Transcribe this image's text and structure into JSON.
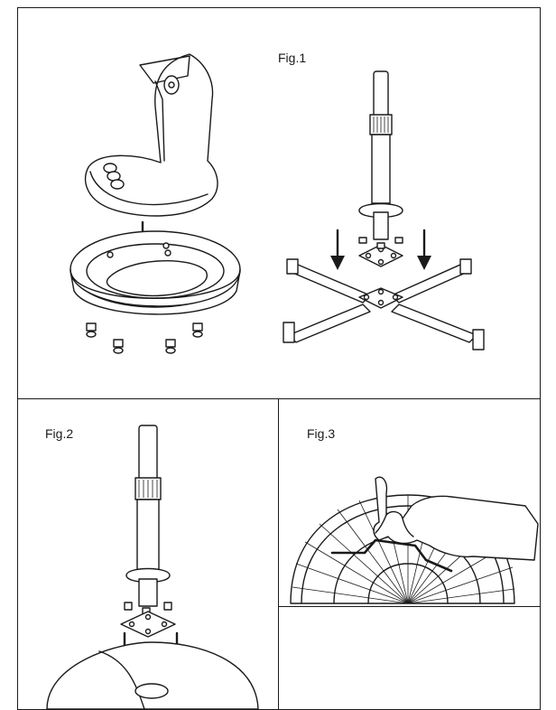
{
  "figures": {
    "fig1": {
      "label": "Fig.1"
    },
    "fig2": {
      "label": "Fig.2"
    },
    "fig3": {
      "label": "Fig.3"
    }
  },
  "colors": {
    "ink": "#1a1a1a",
    "paper": "#ffffff"
  }
}
